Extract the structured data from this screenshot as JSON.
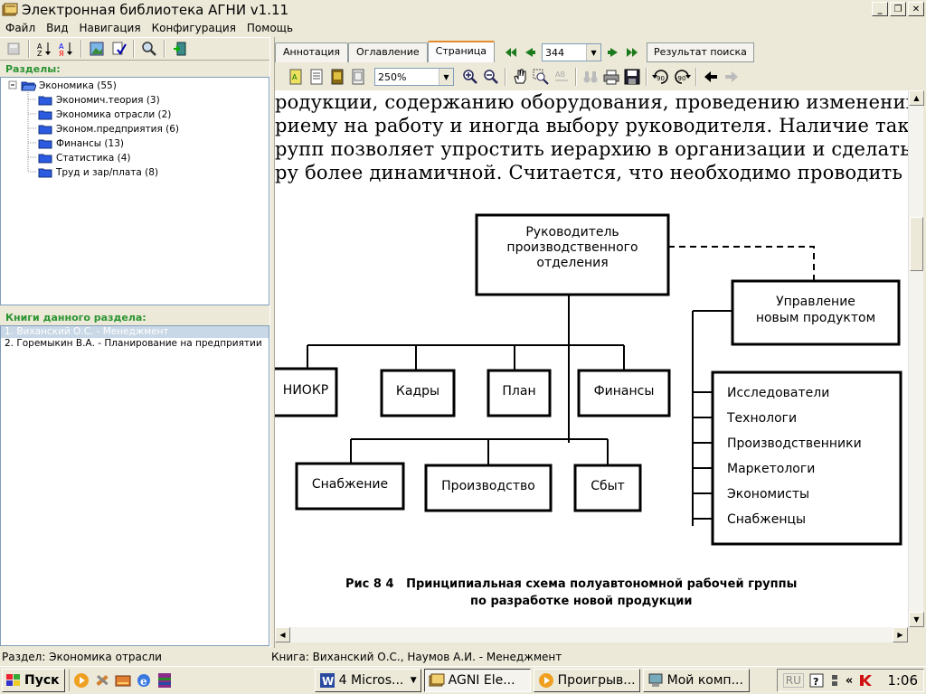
{
  "window": {
    "title": "Электронная библиотека АГНИ v1.11",
    "controls": [
      "_",
      "▫",
      "✕"
    ]
  },
  "menu": [
    "Файл",
    "Вид",
    "Навигация",
    "Конфигурация",
    "Помощь"
  ],
  "left": {
    "sections_header": "Разделы:",
    "tree": {
      "root": "Экономика (55)",
      "children": [
        "Экономич.теория (3)",
        "Экономика отрасли (2)",
        "Эконом.предприятия (6)",
        "Финансы (13)",
        "Статистика (4)",
        "Труд и зар/плата (8)"
      ]
    },
    "books_header": "Книги данного раздела:",
    "books": [
      "1. Виханский О.С. - Менеджмент",
      "2. Горемыкин В.А. - Планирование на предприятии"
    ]
  },
  "tabs": [
    "Аннотация",
    "Оглавление",
    "Страница"
  ],
  "active_tab": "Страница",
  "page_number": "344",
  "search_result_label": "Результат поиска",
  "zoom": "250%",
  "document": {
    "text_lines": [
      "родукции, содержанию оборудования, проведению изменений",
      "риему на работу и иногда выбору руководителя. Наличие таки",
      "рупп позволяет упростить иерархию в организации и сделать струк",
      "ру более динамичной. Считается, что необходимо проводить боль"
    ],
    "diagram": {
      "head": [
        "Руководитель",
        "производственного",
        "отделения"
      ],
      "product_mgmt": [
        "Управление",
        "новым продуктом"
      ],
      "row1": [
        "НИОКР",
        "Кадры",
        "План",
        "Финансы"
      ],
      "row2": [
        "Снабжение",
        "Производство",
        "Сбыт"
      ],
      "team": [
        "Исследователи",
        "Технологи",
        "Производственники",
        "Маркетологи",
        "Экономисты",
        "Снабженцы"
      ],
      "caption_line1": "Рис 8 4   Принципиальная схема полуавтономной рабочей группы",
      "caption_line2": "по разработке новой продукции"
    }
  },
  "status": {
    "section": "Раздел: Экономика  отрасли",
    "book": "Книга: Виханский О.С., Наумов А.И. - Менеджмент"
  },
  "taskbar": {
    "start": "Пуск",
    "tasks": [
      "4 Micros...",
      "AGNI Ele...",
      "Проигрыв...",
      "Мой комп..."
    ],
    "lang": "RU",
    "time": "1:06"
  },
  "colors": {
    "section_header": "#2b9432",
    "desktop_bg": "#ECE9D8",
    "tab_accent": "#e68b2c"
  }
}
